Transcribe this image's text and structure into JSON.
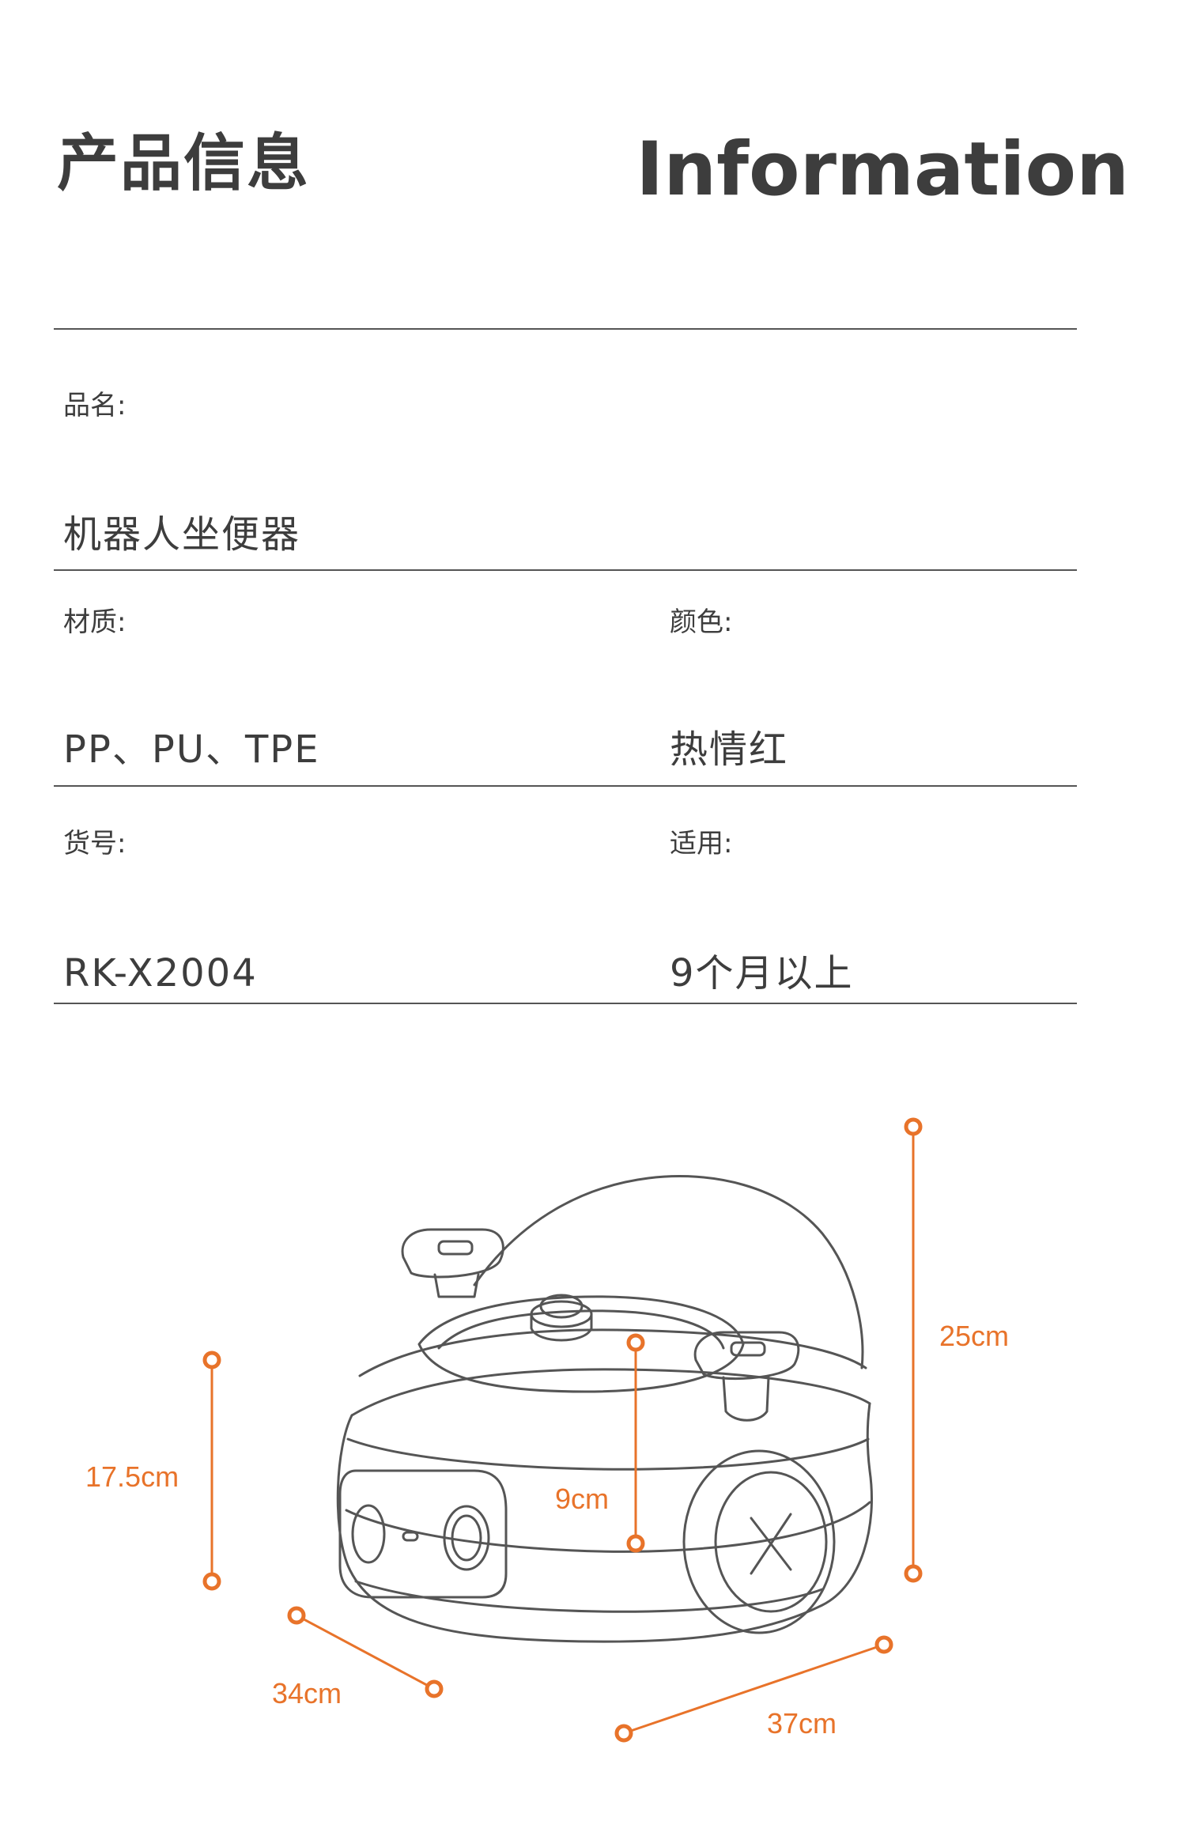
{
  "header": {
    "title_cn": "产品信息",
    "title_en": "Information"
  },
  "specs": {
    "name_label": "品名:",
    "name_value": "机器人坐便器",
    "material_label": "材质:",
    "material_value": "PP、PU、TPE",
    "color_label": "颜色:",
    "color_value": "热情红",
    "model_label": "货号:",
    "model_value": "RK-X2004",
    "age_label": "适用:",
    "age_value": "9个月以上"
  },
  "dimensions": {
    "height_total": "25cm",
    "height_body": "17.5cm",
    "seat_depth": "9cm",
    "width": "34cm",
    "length": "37cm"
  },
  "colors": {
    "accent": "#e8732a",
    "text": "#3d3d3d",
    "line": "#555555"
  }
}
